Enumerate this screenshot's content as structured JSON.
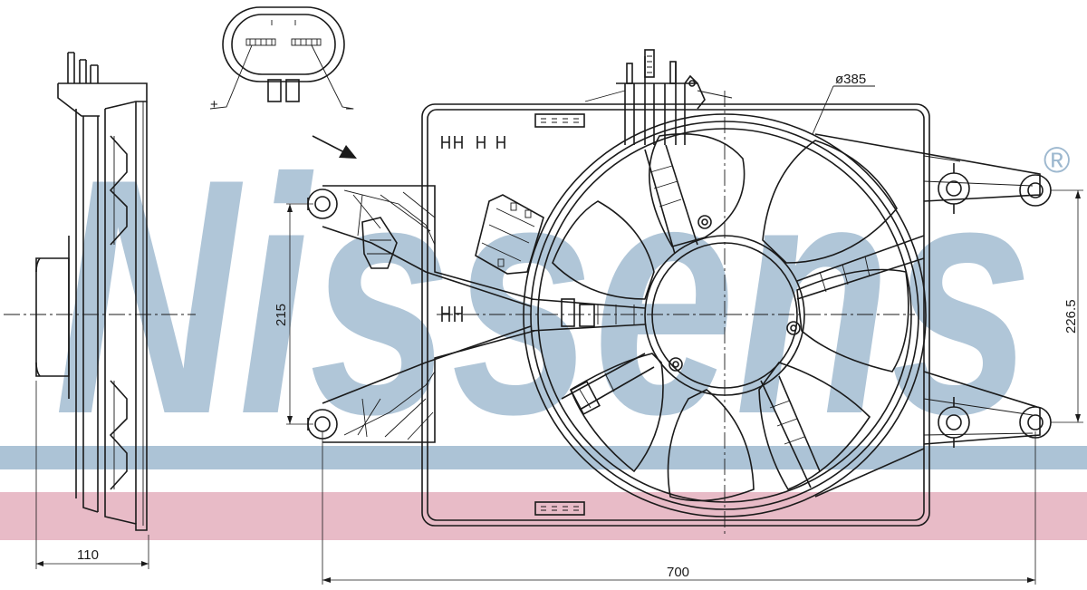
{
  "watermark": {
    "brand": "Nissens",
    "registered_mark": "®",
    "band_blue": "#9db8cf",
    "band_pink": "#e2aab9"
  },
  "connector": {
    "plus_label": "+",
    "minus_label": "–"
  },
  "dimensions": {
    "fan_diameter": "ø385",
    "height_left": "215",
    "height_right": "226.5",
    "width_total": "700",
    "depth": "110"
  },
  "colors": {
    "line": "#1a1a1a",
    "background": "#ffffff"
  }
}
